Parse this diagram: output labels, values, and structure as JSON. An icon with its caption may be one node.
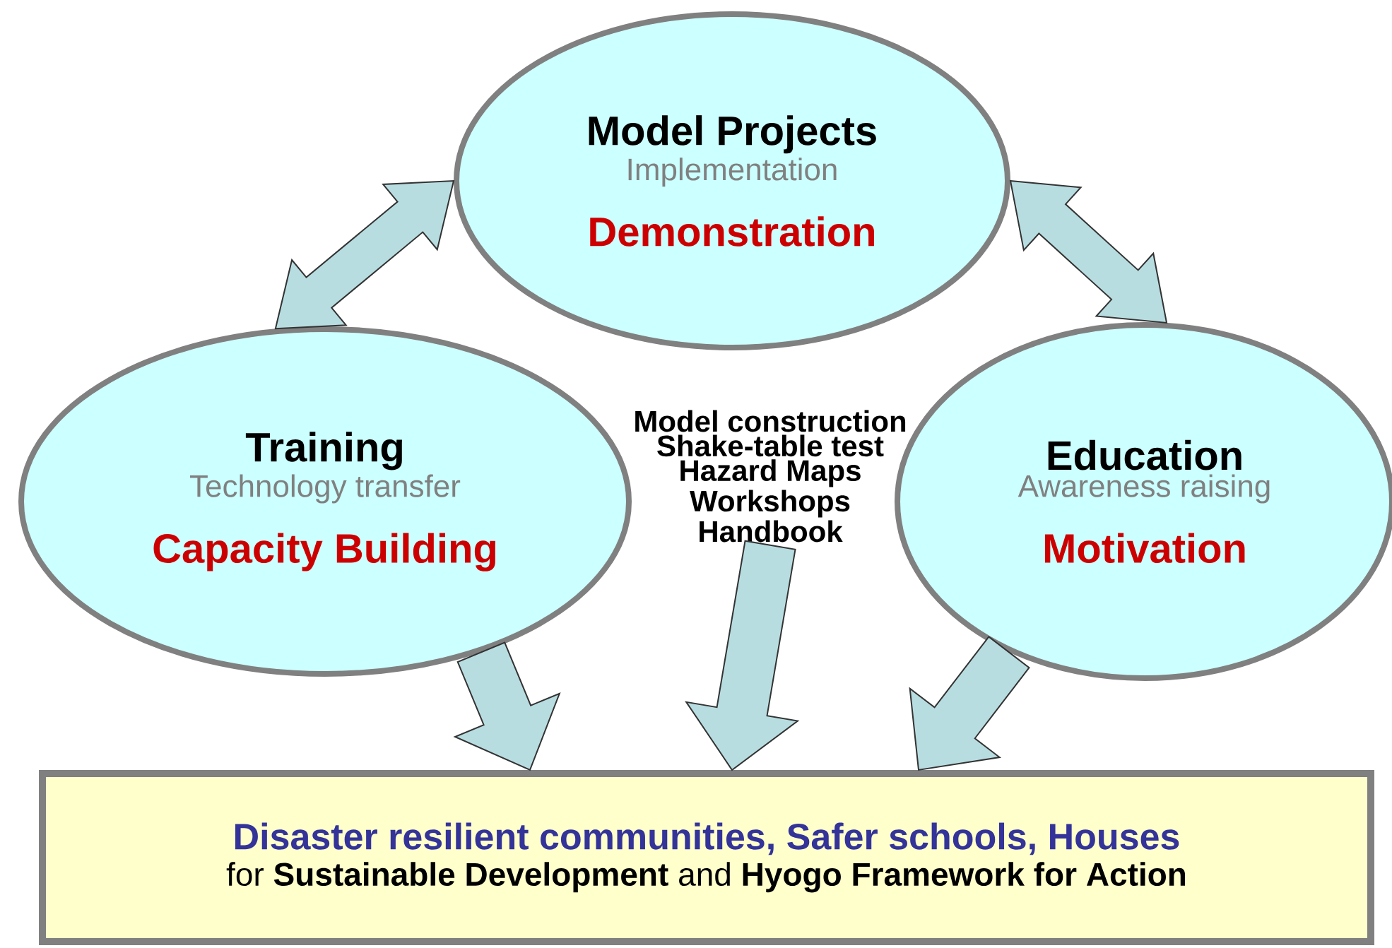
{
  "diagram": {
    "nodes": [
      {
        "text": [
          "Model Projects",
          "Implementation",
          "Demonstration"
        ]
      },
      {
        "text": [
          "Training",
          "Technology transfer",
          "Capacity Building"
        ]
      },
      {
        "text": [
          "Education",
          "Awareness raising",
          "Motivation"
        ]
      },
      {
        "text": [
          "Model construction",
          "Shake-table test",
          "Hazard Maps",
          "Workshops",
          "Handbook"
        ]
      },
      {
        "text": [
          "Disaster resilient communities, Safer schools, Houses",
          "for **Sustainable Development** and **Hyogo Framework for Action**"
        ]
      }
    ],
    "edges": [
      {
        "from": 0,
        "to": 1,
        "arrow": "both"
      },
      {
        "from": 0,
        "to": 2,
        "arrow": "both"
      },
      {
        "from": 1,
        "to": 4,
        "arrow": "to"
      },
      {
        "from": 3,
        "to": 4,
        "arrow": "to"
      },
      {
        "from": 2,
        "to": 4,
        "arrow": "to"
      }
    ]
  }
}
